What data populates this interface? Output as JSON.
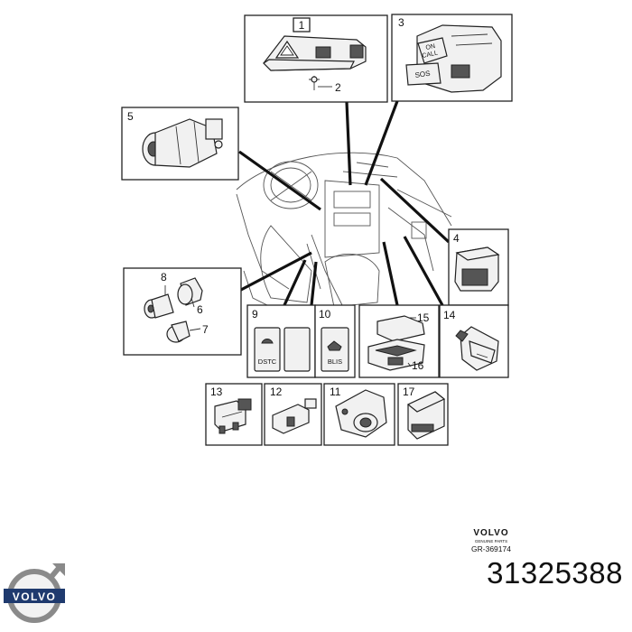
{
  "diagram": {
    "callouts": [
      "1",
      "2",
      "3",
      "4",
      "5",
      "6",
      "7",
      "8",
      "9",
      "10",
      "11",
      "12",
      "13",
      "14",
      "15",
      "16",
      "17"
    ],
    "button_labels": {
      "on_call_top": "ON",
      "on_call_bottom": "CALL",
      "sos": "SOS",
      "dstc": "DSTC",
      "blis": "BLIS"
    },
    "watermark_brand": "VOLVO",
    "watermark_sub": "GENUINE PARTS",
    "figure_code": "GR-369174"
  },
  "footer": {
    "logo_text": "VOLVO",
    "part_number": "31325388"
  }
}
